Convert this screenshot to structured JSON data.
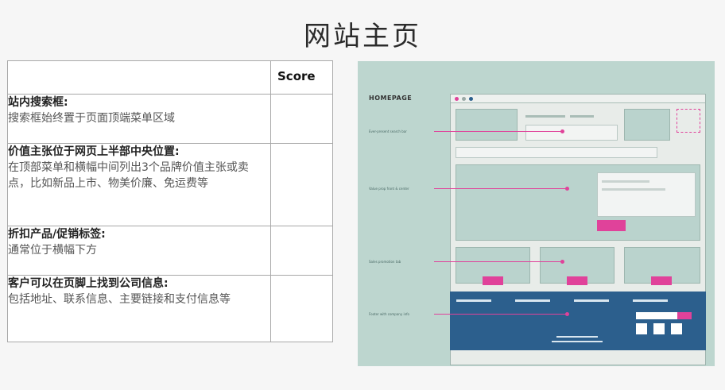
{
  "page": {
    "title": "网站主页"
  },
  "table": {
    "score_header": "Score",
    "rows": [
      {
        "title": "站内搜索框:",
        "desc": "搜索框始终置于页面顶端菜单区域"
      },
      {
        "title": "价值主张位于网页上半部中央位置:",
        "desc": "在顶部菜单和横幅中间列出3个品牌价值主张或卖点，比如新品上市、物美价廉、免运费等"
      },
      {
        "title": "折扣产品/促销标签:",
        "desc": "通常位于横幅下方"
      },
      {
        "title": "客户可以在页脚上找到公司信息:",
        "desc": "包括地址、联系信息、主要链接和支付信息等"
      }
    ]
  },
  "wireframe": {
    "heading": "HOMEPAGE",
    "labels": [
      "Ever-present search bar",
      "Value prop front & center",
      "Sales promotion tab",
      "Footer with company info"
    ],
    "colors": {
      "background": "#bdd6cf",
      "accent": "#e0429a",
      "footer": "#2c5f8d"
    }
  }
}
